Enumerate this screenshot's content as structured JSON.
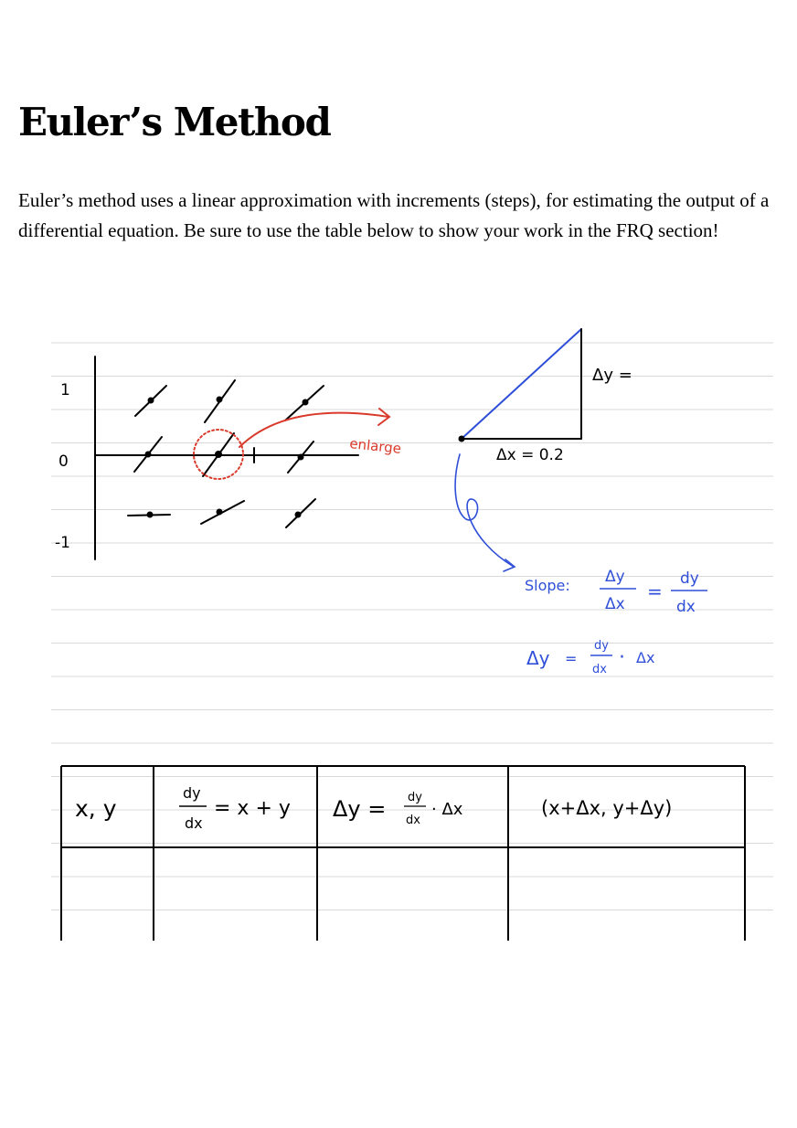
{
  "page": {
    "title": "Euler’s Method",
    "intro": "Euler’s method uses a linear approximation with increments (steps), for estimating the output of a differential equation. Be sure to use the table below to show your work in the FRQ section!"
  },
  "sketch": {
    "y_tick_labels": [
      "1",
      "0",
      "-1"
    ],
    "enlarge_label": "enlarge",
    "rise_label": "Δy =",
    "run_label": "Δx = 0.2",
    "slope_label": "Slope:",
    "delta_y": "Δy",
    "delta_x": "Δx",
    "dy": "dy",
    "dx": "dx",
    "equals": "=",
    "dot": "·",
    "colors": {
      "ink": "#000000",
      "red": "#d93a2b",
      "blue": "#2f4fd8",
      "rule": "#d9d9d9"
    }
  },
  "table": {
    "headers": {
      "xy": "x, y",
      "deriv_rhs": "= x + y",
      "delta_y_lhs": "Δy =",
      "delta_y_rhs": "· Δx",
      "next_point": "(x+Δx, y+Δy)"
    },
    "rows": [
      [
        "",
        "",
        "",
        ""
      ]
    ]
  }
}
